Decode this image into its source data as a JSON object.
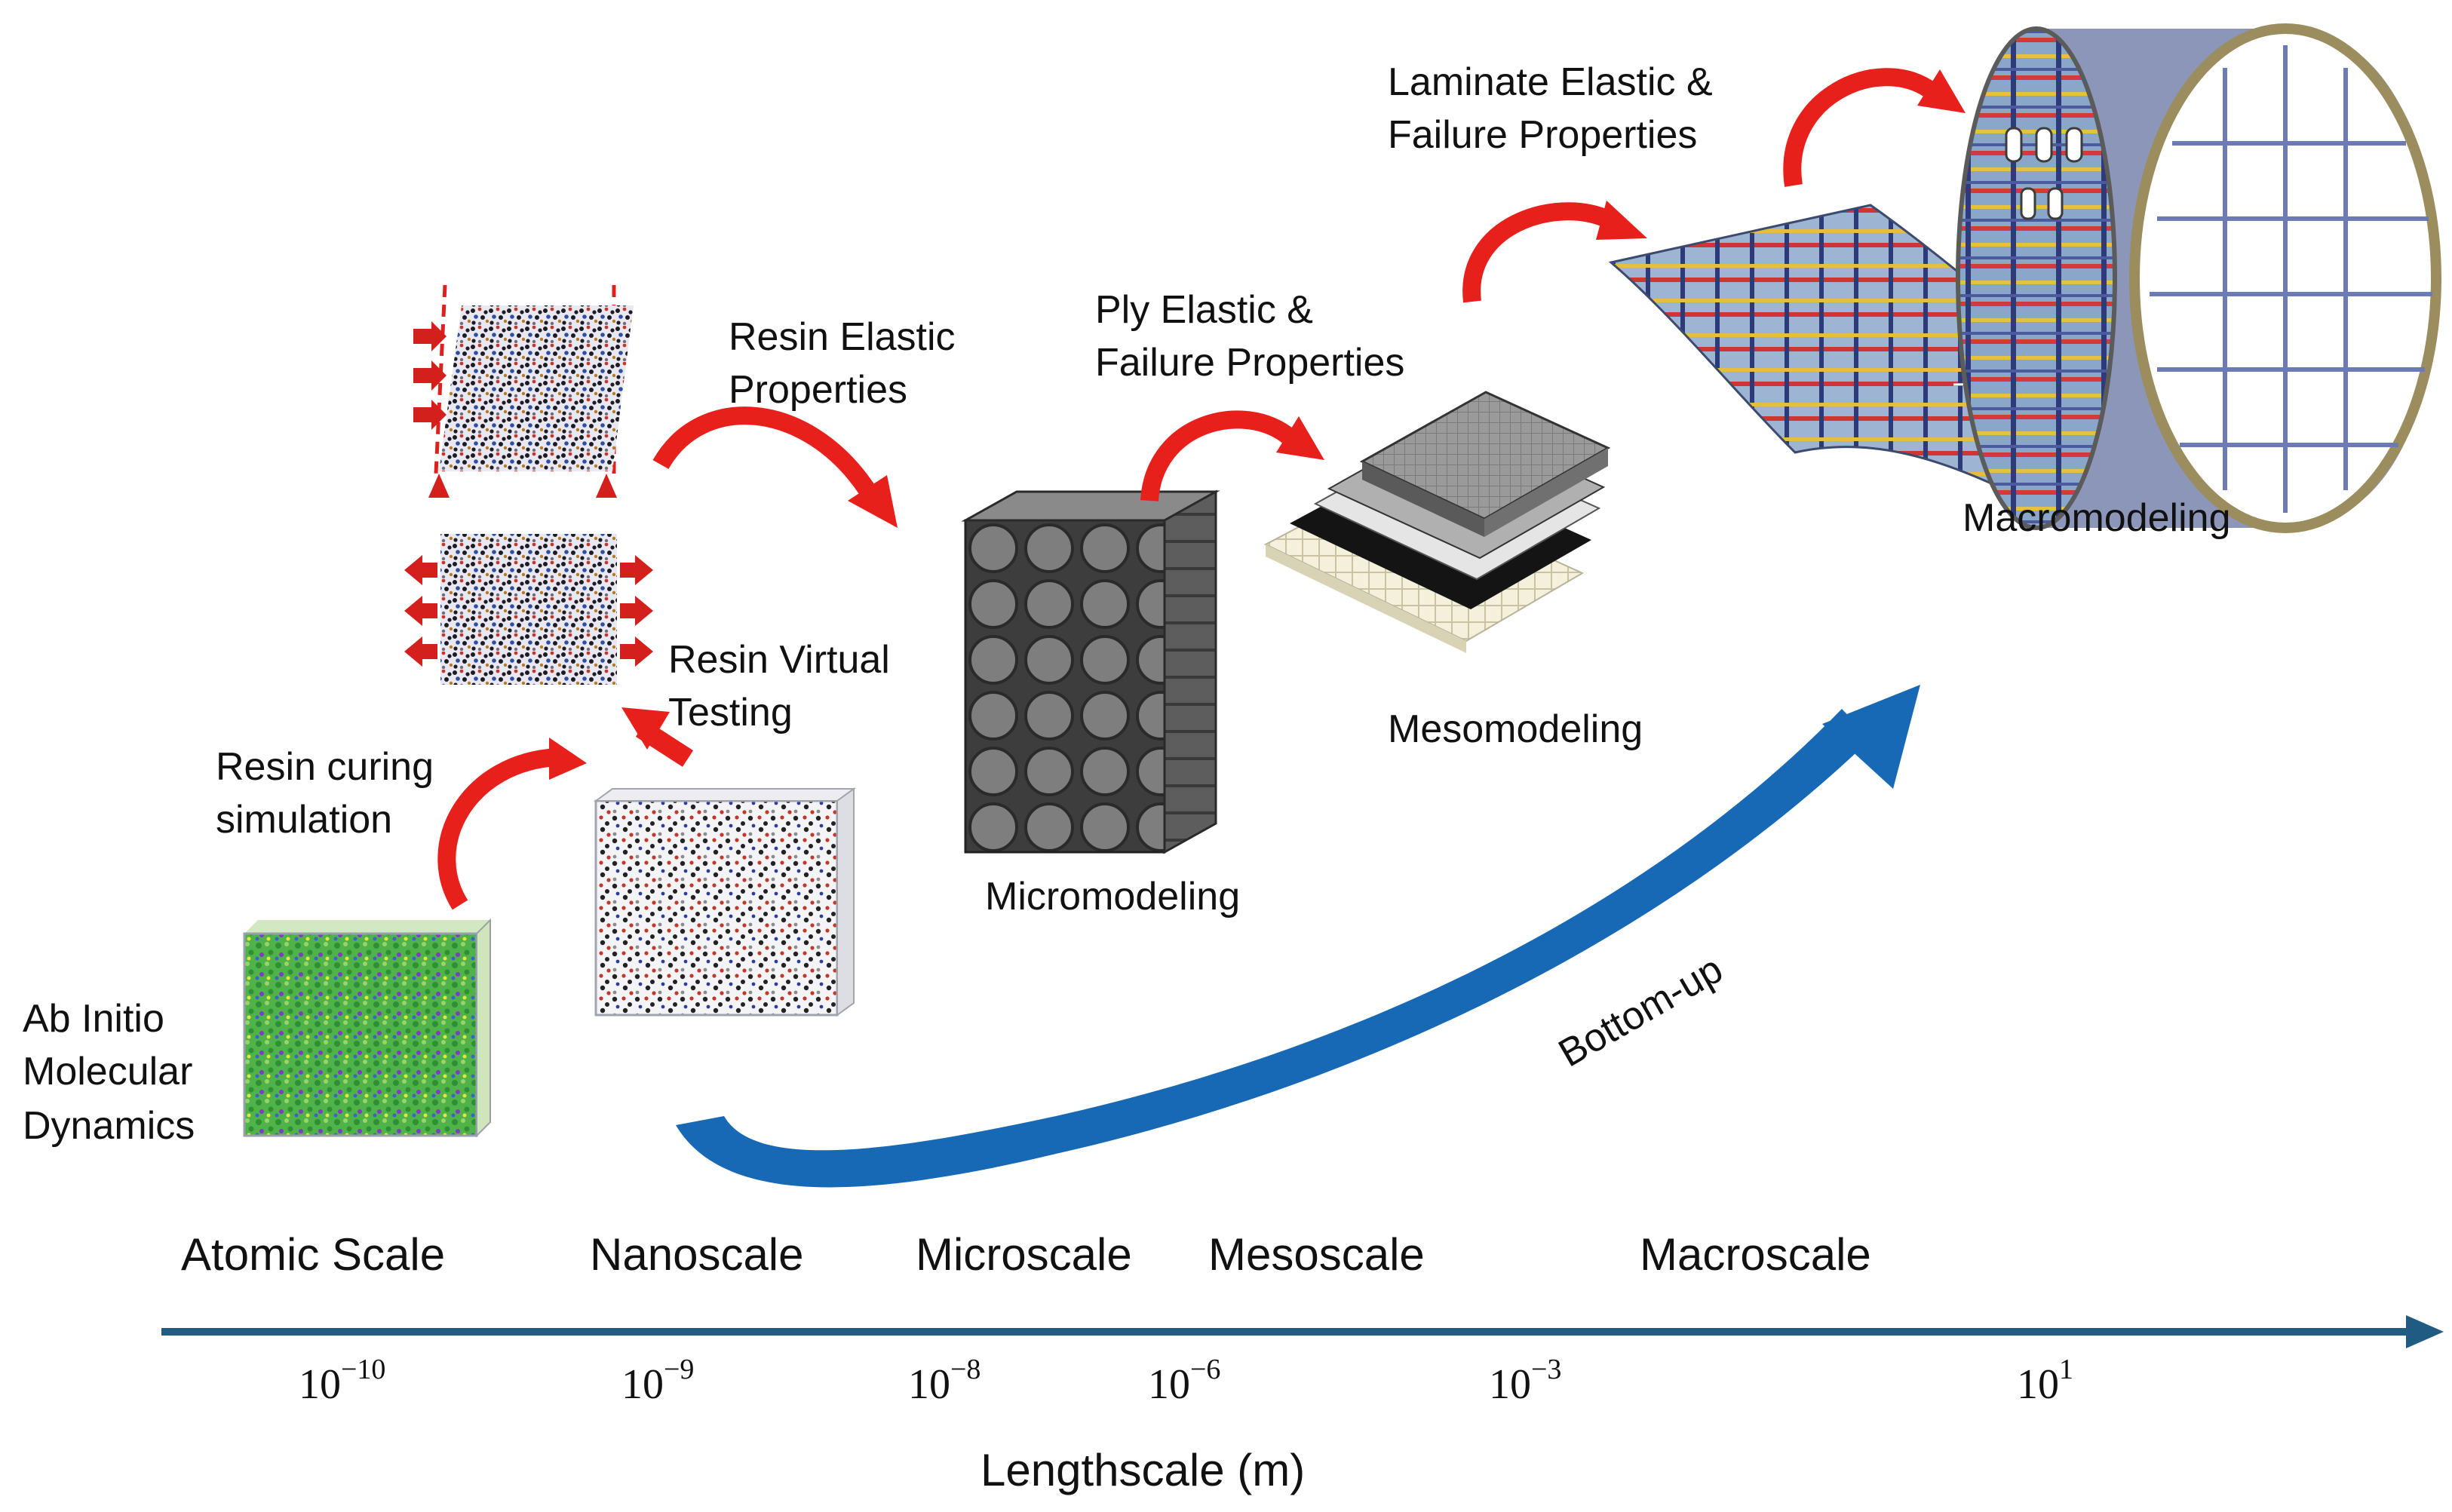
{
  "labels": {
    "ab_initio": [
      "Ab Initio",
      "Molecular",
      "Dynamics"
    ],
    "resin_curing": [
      "Resin curing",
      "simulation"
    ],
    "resin_virtual": [
      "Resin Virtual",
      "Testing"
    ],
    "resin_elastic": [
      "Resin Elastic",
      "Properties"
    ],
    "ply_elastic": [
      "Ply Elastic &",
      "Failure Properties"
    ],
    "laminate": [
      "Laminate Elastic &",
      "Failure Properties"
    ],
    "micromodeling": "Micromodeling",
    "mesomodeling": "Mesomodeling",
    "macromodeling": "Macromodeling",
    "bottom_up": "Bottom-up"
  },
  "scales": [
    "Atomic Scale",
    "Nanoscale",
    "Microscale",
    "Mesoscale",
    "Macroscale"
  ],
  "axis": {
    "ticks": [
      {
        "base": "10",
        "exp": "−10"
      },
      {
        "base": "10",
        "exp": "−9"
      },
      {
        "base": "10",
        "exp": "−8"
      },
      {
        "base": "10",
        "exp": "−6"
      },
      {
        "base": "10",
        "exp": "−3"
      },
      {
        "base": "10",
        "exp": "1"
      }
    ],
    "title": "Lengthscale (m)"
  },
  "colors": {
    "axis": "#1f5b82",
    "transfer_arrow": "#e8201c",
    "bottom_up_arrow": "#1869b5"
  }
}
